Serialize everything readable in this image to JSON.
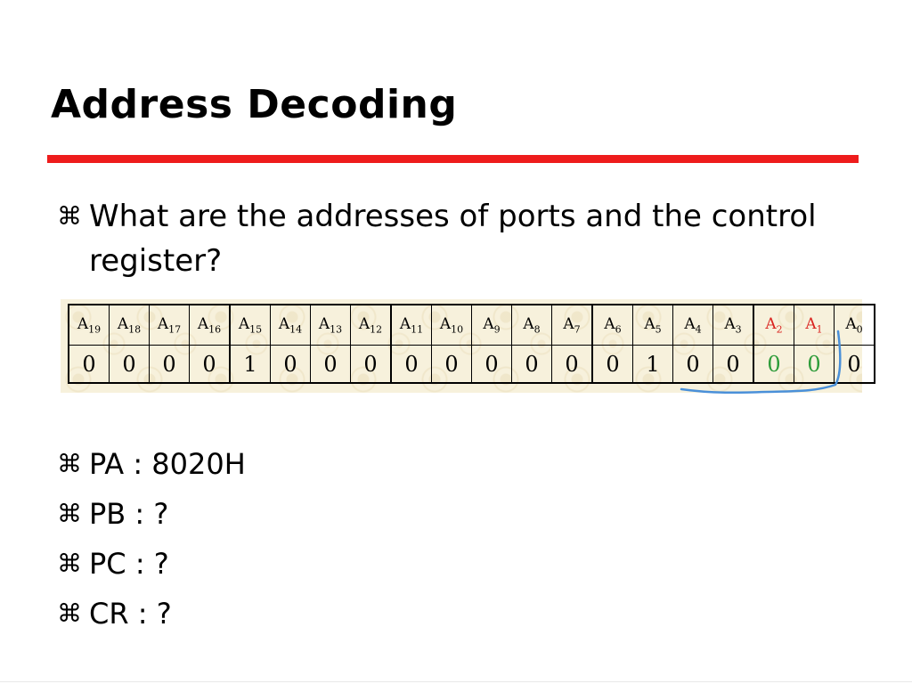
{
  "slide": {
    "title": "Address Decoding",
    "bullet_glyph": "⌘",
    "question": "What are the addresses of ports and the control register?",
    "answers": [
      "PA : 8020H",
      "PB : ?",
      "PC : ?",
      "CR : ?"
    ]
  },
  "address_table": {
    "headers": [
      {
        "base": "A",
        "sub": "19"
      },
      {
        "base": "A",
        "sub": "18"
      },
      {
        "base": "A",
        "sub": "17"
      },
      {
        "base": "A",
        "sub": "16"
      },
      {
        "base": "A",
        "sub": "15"
      },
      {
        "base": "A",
        "sub": "14"
      },
      {
        "base": "A",
        "sub": "13"
      },
      {
        "base": "A",
        "sub": "12"
      },
      {
        "base": "A",
        "sub": "11"
      },
      {
        "base": "A",
        "sub": "10"
      },
      {
        "base": "A",
        "sub": "9"
      },
      {
        "base": "A",
        "sub": "8"
      },
      {
        "base": "A",
        "sub": "7"
      },
      {
        "base": "A",
        "sub": "6"
      },
      {
        "base": "A",
        "sub": "5"
      },
      {
        "base": "A",
        "sub": "4"
      },
      {
        "base": "A",
        "sub": "3"
      },
      {
        "base": "A",
        "sub": "2"
      },
      {
        "base": "A",
        "sub": "1"
      },
      {
        "base": "A",
        "sub": "0"
      }
    ],
    "values": [
      "0",
      "0",
      "0",
      "0",
      "1",
      "0",
      "0",
      "0",
      "0",
      "0",
      "0",
      "0",
      "0",
      "0",
      "1",
      "0",
      "0",
      "0",
      "0",
      "0"
    ],
    "colors": {
      "default": "#000000",
      "header_highlight": "#d9231f",
      "value_highlight": "#2e9c3a",
      "annotation_stroke": "#4a90d9",
      "title_rule": "#ee1c1c"
    },
    "red_header_indices": [
      17,
      18
    ],
    "green_value_indices": [
      17,
      18
    ],
    "group_separator_before_indices": [
      4,
      8,
      13,
      17
    ]
  }
}
